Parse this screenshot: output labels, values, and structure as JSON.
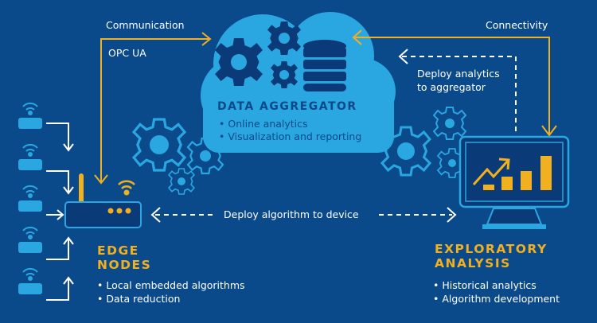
{
  "colors": {
    "background": "#0a4a8a",
    "cloud": "#2aa6e0",
    "accent_gold": "#f0b020",
    "dark_blue": "#0b3a78",
    "white": "#ffffff"
  },
  "connectors": {
    "communication_label": "Communication",
    "protocol_label": "OPC UA",
    "connectivity_label": "Connectivity",
    "deploy_analytics_label_line1": "Deploy analytics",
    "deploy_analytics_label_line2": "to aggregator",
    "deploy_algorithm_label": "Deploy algorithm to device"
  },
  "aggregator": {
    "title": "DATA AGGREGATOR",
    "bullets": [
      "Online analytics",
      "Visualization and reporting"
    ]
  },
  "edge": {
    "title_line1": "EDGE",
    "title_line2": "NODES",
    "bullets": [
      "Local embedded algorithms",
      "Data reduction"
    ],
    "sensor_count": 5
  },
  "exploratory": {
    "title_line1": "EXPLORATORY",
    "title_line2": "ANALYSIS",
    "bullets": [
      "Historical analytics",
      "Algorithm development"
    ]
  },
  "icons": {
    "cloud": "cloud-icon",
    "gears": "gear-icon",
    "database": "database-icon",
    "router": "router-icon",
    "sensor": "wireless-sensor-icon",
    "monitor": "monitor-chart-icon"
  }
}
